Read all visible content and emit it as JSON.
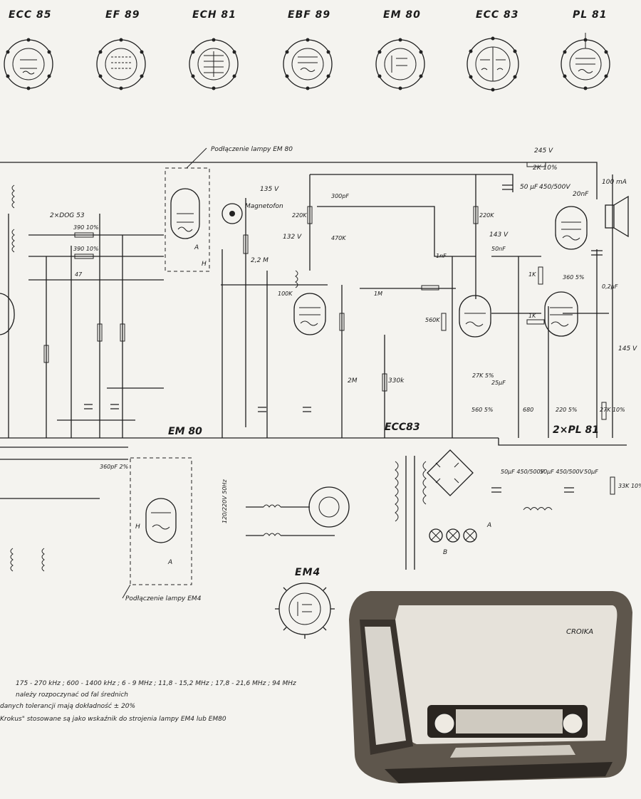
{
  "tube_bases": [
    {
      "name": "ECC 85",
      "icon": "tube-base-socket-icon"
    },
    {
      "name": "EF 89",
      "icon": "tube-base-socket-icon"
    },
    {
      "name": "ECH 81",
      "icon": "tube-base-socket-icon"
    },
    {
      "name": "EBF 89",
      "icon": "tube-base-socket-icon"
    },
    {
      "name": "EM 80",
      "icon": "tube-base-socket-icon"
    },
    {
      "name": "ECC 83",
      "icon": "tube-base-socket-icon"
    },
    {
      "name": "PL 81",
      "icon": "tube-base-socket-icon"
    }
  ],
  "em4_base": {
    "name": "EM4"
  },
  "labels": {
    "em80_connection": "Podłączenie lampy EM 80",
    "em4_connection": "Podłączenie lampy EM4",
    "magnetofon": "Magnetofon",
    "v135": "135 V",
    "v132": "132 V",
    "v143": "143 V",
    "v145": "145 V",
    "v245": "245 V",
    "r2k": "2K 10%",
    "c50uF_top": "50 μF",
    "c450": "450/500V",
    "c20nf": "20nF",
    "ma100": "100 mA",
    "em80_section": "EM 80",
    "ecc83_section": "ECC83",
    "pl81_section": "2×PL 81",
    "dog": "2×DOG 53",
    "r390a": "390 10%",
    "r390b": "390 10%",
    "r47": "47",
    "c300pf": "300pF",
    "r470k": "470K",
    "r22m": "2,2 M",
    "r2m": "2M",
    "r1m": "1M",
    "r100k": "100K",
    "r330k": "330k",
    "r220k_a": "220K",
    "r220k_b": "220K",
    "c1nf": "1nF",
    "c50nf": "50nF",
    "r560k": "560K",
    "r1k_a": "1K",
    "r1k_b": "1K",
    "r360": "360 5%",
    "c02uf": "0,2μF",
    "r220": "220 5%",
    "r27k": "27K 10%",
    "r27k5": "27K 5%",
    "c25uf": "25μF",
    "r680": "680",
    "r560": "560 5%",
    "r33k": "33K 10%",
    "c50uF_a": "50μF 450/500V",
    "c50uF_b": "50μF 450/500V",
    "c50uF_c": "50μF",
    "c360pf": "360pF 2%",
    "mains": "120/220V 50Hz",
    "label_A": "A",
    "label_B": "B",
    "label_H": "H",
    "brand": "CROIKA"
  },
  "notes": [
    "175 - 270 kHz ; 600 - 1400 kHz ; 6 - 9 MHz ; 11,8 - 15,2 MHz ; 17,8 - 21,6 MHz ; 94 MHz",
    "należy rozpoczynać od fal średnich",
    "danych tolerancji mają dokładność ± 20%",
    "Krokus\" stosowane są jako wskaźnik do strojenia lampy EM4 lub EM80"
  ]
}
